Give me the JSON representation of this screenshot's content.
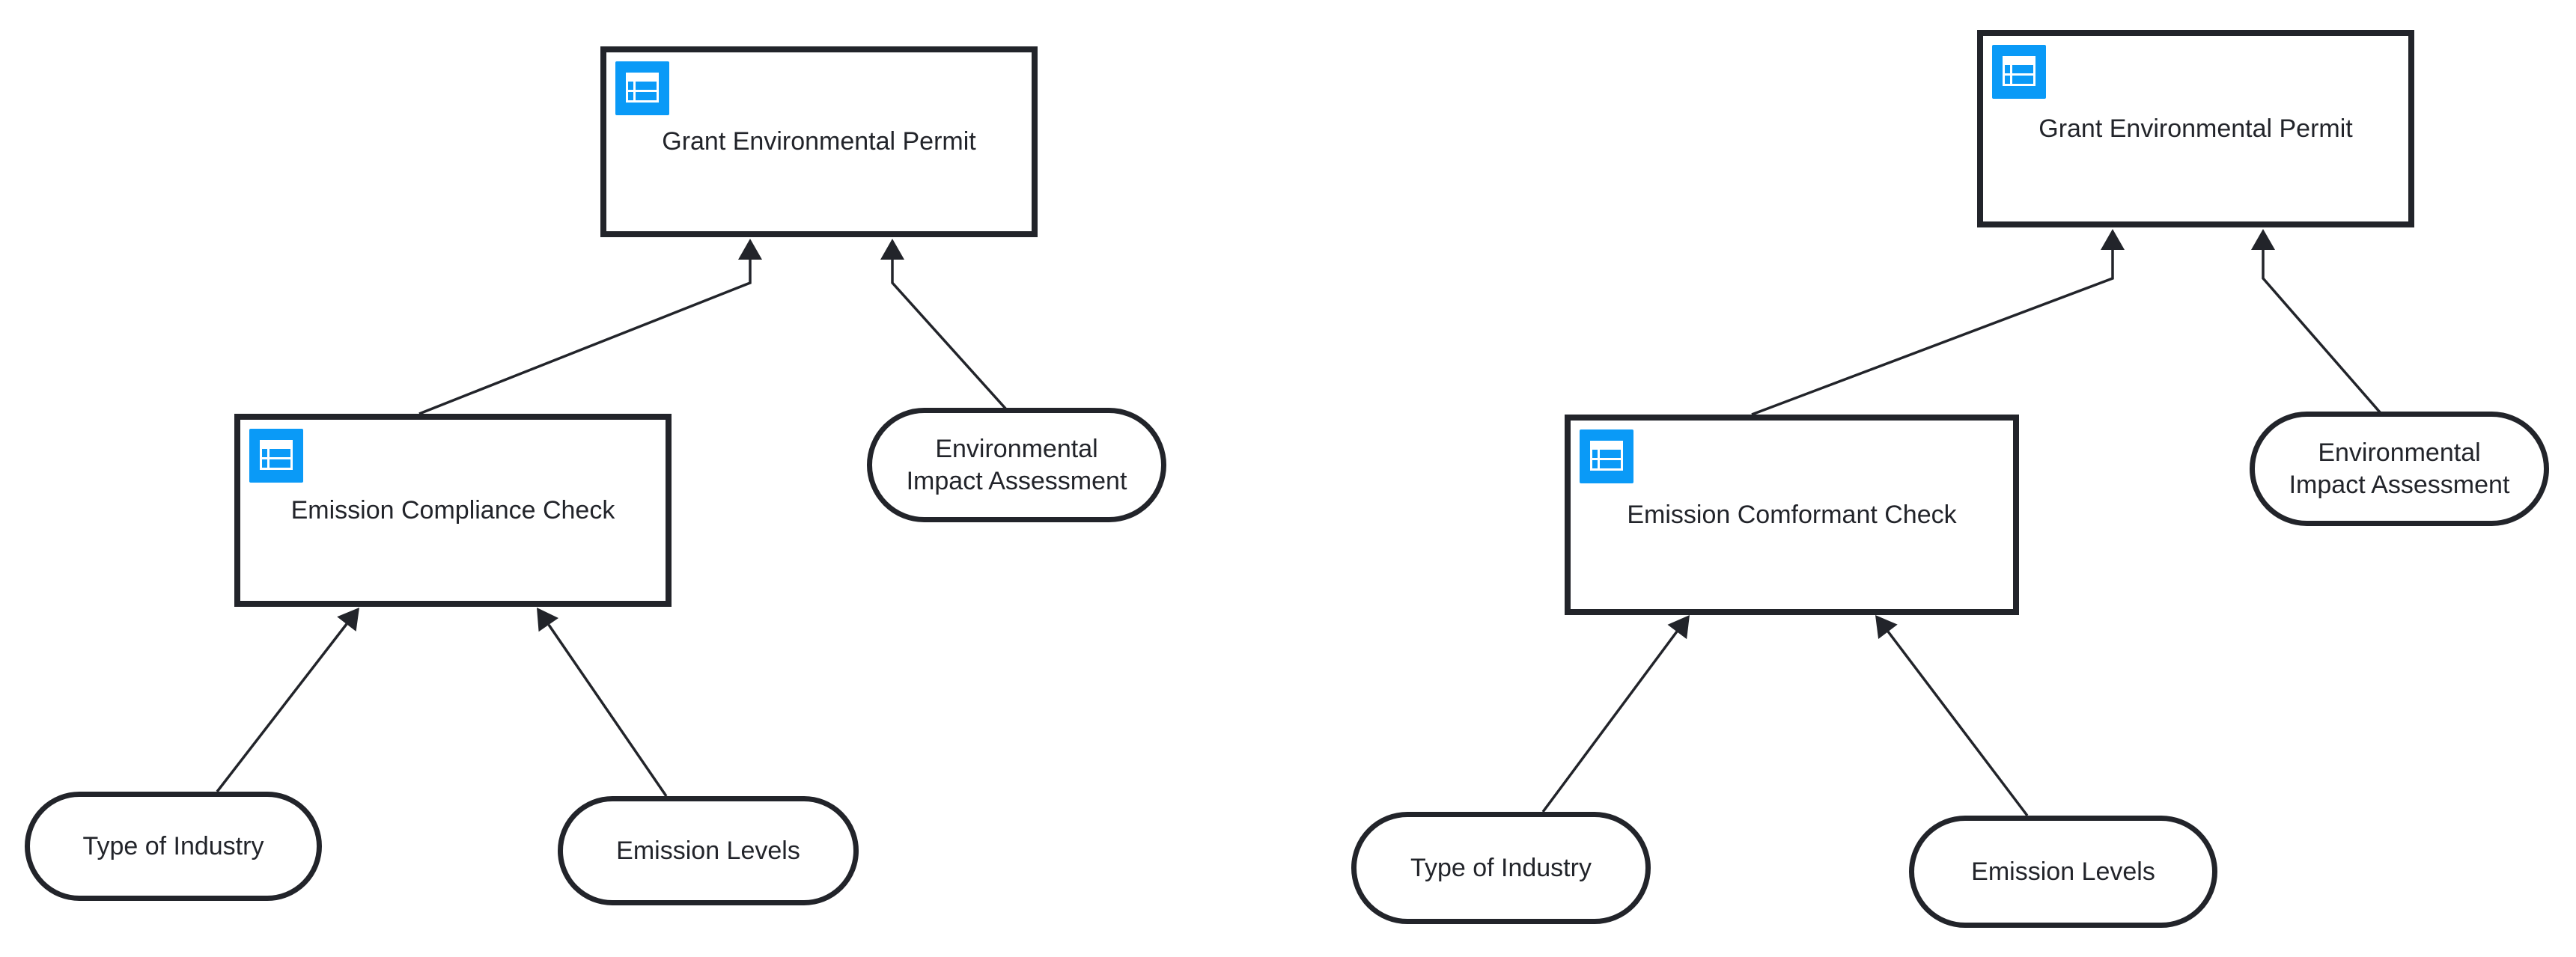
{
  "colors": {
    "stroke": "#22242a",
    "text": "#22242a",
    "icon_background": "#0a9af7",
    "icon_glyph": "#ffffff",
    "canvas_background": "#ffffff"
  },
  "icons": {
    "decision_badge": "decision-table-icon"
  },
  "left": {
    "grant": {
      "label": "Grant Environmental Permit",
      "type": "decision"
    },
    "check": {
      "label": "Emission Compliance Check",
      "type": "decision"
    },
    "eia": {
      "label": "Environmental\nImpact Assessment",
      "type": "input-data"
    },
    "industry": {
      "label": "Type of Industry",
      "type": "input-data"
    },
    "levels": {
      "label": "Emission Levels",
      "type": "input-data"
    }
  },
  "right": {
    "grant": {
      "label": "Grant Environmental Permit",
      "type": "decision"
    },
    "check": {
      "label": "Emission Comformant Check",
      "type": "decision"
    },
    "eia": {
      "label": "Environmental\nImpact Assessment",
      "type": "input-data"
    },
    "industry": {
      "label": "Type of Industry",
      "type": "input-data"
    },
    "levels": {
      "label": "Emission Levels",
      "type": "input-data"
    }
  }
}
